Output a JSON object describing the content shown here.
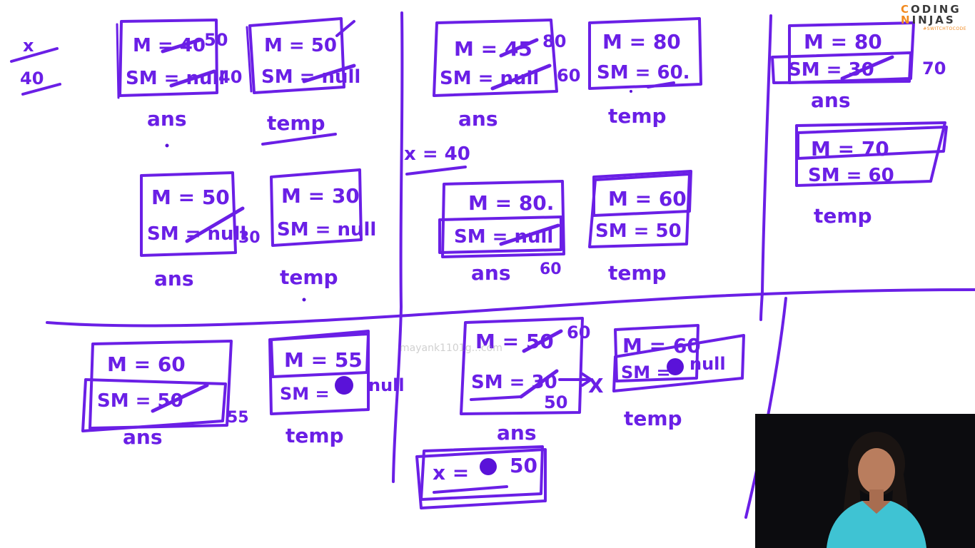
{
  "logo": {
    "line1": "CODING",
    "line2": "NINJAS",
    "tagline": "#SWITCHTOCODE"
  },
  "watermark": "mayank1101g...com",
  "board": {
    "top_left_var": {
      "x_label": "x",
      "x_value": "40"
    },
    "panel1": {
      "ans_a": {
        "m": "M = 40",
        "m_new": "50",
        "sm": "SM = null",
        "sm_new": "40",
        "caption": "ans"
      },
      "temp_a": {
        "m": "M = 50",
        "sm": "SM = null",
        "caption": "temp"
      },
      "ans_b": {
        "m": "M = 50",
        "sm": "SM = null",
        "sm_new": "30",
        "caption": "ans"
      },
      "temp_b": {
        "m": "M = 30",
        "sm": "SM = null",
        "caption": "temp"
      }
    },
    "panel2": {
      "ans_a": {
        "m": "M = 45",
        "m_new": "80",
        "sm": "SM = null",
        "sm_new": "60",
        "caption": "ans"
      },
      "temp_a": {
        "m": "M = 80",
        "sm": "SM = 60.",
        "caption": "temp"
      },
      "x_note": "x = 40",
      "ans_b": {
        "m": "M = 80.",
        "sm": "SM = null",
        "sm_new": "60",
        "caption": "ans"
      },
      "temp_b": {
        "m": "M = 60",
        "sm": "SM = 50",
        "caption": "temp"
      }
    },
    "panel3": {
      "ans": {
        "m": "M = 80",
        "sm": "SM = 30",
        "sm_new": "70",
        "caption": "ans"
      },
      "temp": {
        "m": "M = 70",
        "sm": "SM = 60",
        "caption": "temp"
      }
    },
    "bottom_left": {
      "ans": {
        "m": "M = 60",
        "sm": "SM = 50",
        "sm_new": "55",
        "caption": "ans"
      },
      "temp": {
        "m": "M = 55",
        "sm": "SM = ",
        "sm_new": "null",
        "caption": "temp"
      }
    },
    "bottom_mid": {
      "ans": {
        "m": "M = 50",
        "m_new": "60",
        "sm": "SM = 30",
        "sm_new": "50",
        "caption": "ans"
      },
      "temp": {
        "m": "M = 60",
        "sm": "SM = ",
        "sm_new": "null",
        "caption": "temp"
      },
      "x_note": "x = ",
      "x_new": "50",
      "cross": "X"
    }
  }
}
